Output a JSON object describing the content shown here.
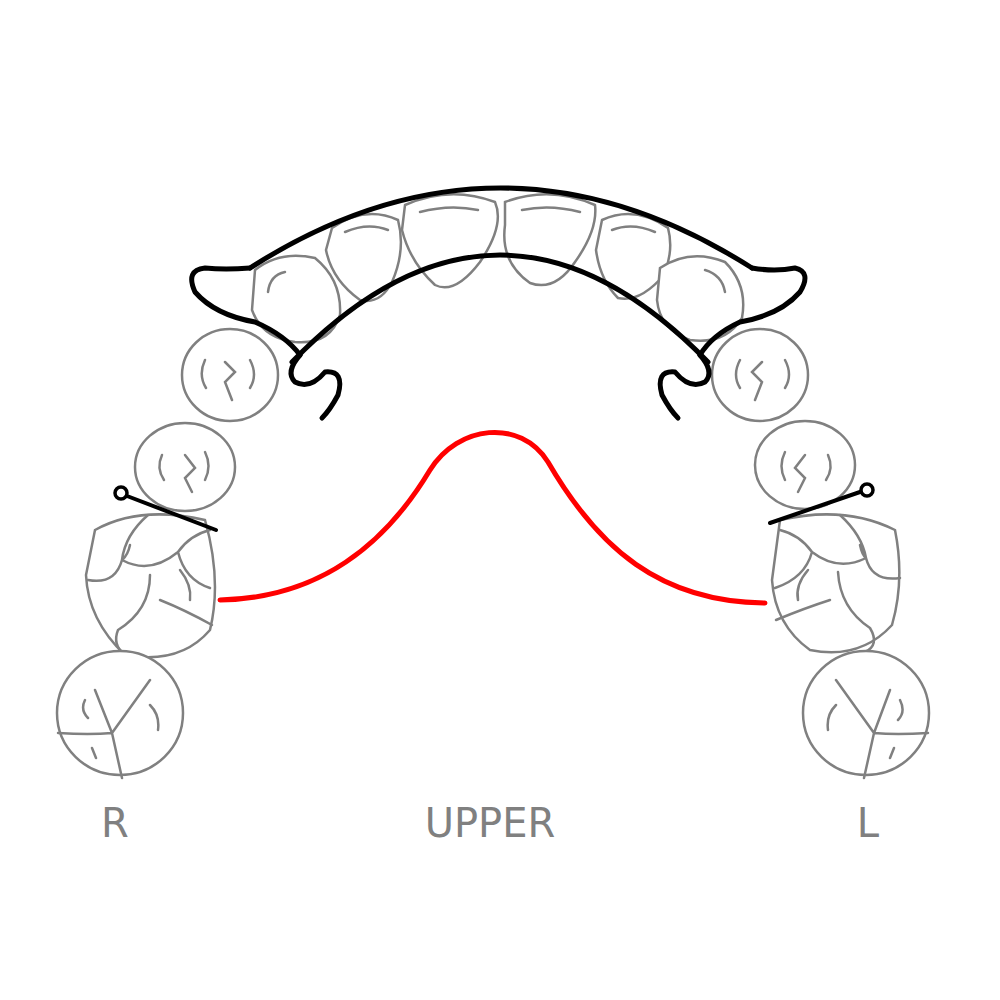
{
  "diagram": {
    "labels": [
      "R",
      "UPPER",
      "L"
    ]
  }
}
